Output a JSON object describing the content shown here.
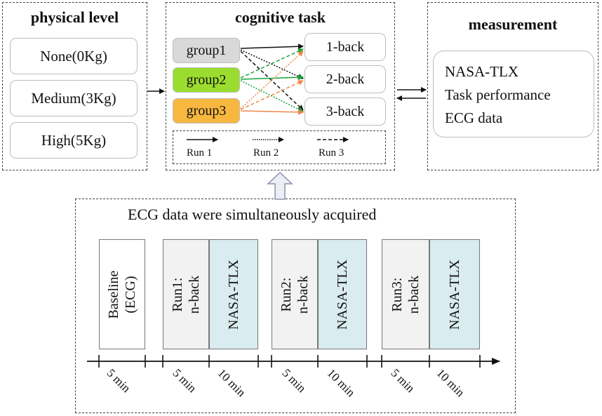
{
  "physical": {
    "title": "physical level",
    "levels": [
      "None(0Kg)",
      "Medium(3Kg)",
      "High(5Kg)"
    ]
  },
  "cognitive": {
    "title": "cognitive task",
    "groups": [
      {
        "label": "group1",
        "color": "#d9d9d9"
      },
      {
        "label": "group2",
        "color": "#9bdd2e"
      },
      {
        "label": "group3",
        "color": "#f8b73f"
      }
    ],
    "tasks": [
      "1-back",
      "2-back",
      "3-back"
    ],
    "legend": [
      "Run 1",
      "Run 2",
      "Run 3"
    ],
    "arrow_colors": {
      "group1": "#111111",
      "group2": "#1aa33c",
      "group3": "#f0864a"
    }
  },
  "measurement": {
    "title": "measurement",
    "items": [
      "NASA-TLX",
      "Task performance",
      "ECG data"
    ]
  },
  "procedure": {
    "caption": "ECG data were simultaneously acquired",
    "blocks": [
      {
        "lines": [
          "Baseline",
          "(ECG)"
        ],
        "duration": "5 min",
        "fill": "#ffffff"
      },
      {
        "lines": [
          "Run1:",
          "n-back"
        ],
        "duration": "5 min",
        "fill": "#f2f2f2"
      },
      {
        "lines": [
          "NASA-TLX"
        ],
        "duration": "10 min",
        "fill": "#d9ecef"
      },
      {
        "lines": [
          "Run2:",
          "n-back"
        ],
        "duration": "5 min",
        "fill": "#f2f2f2"
      },
      {
        "lines": [
          "NASA-TLX"
        ],
        "duration": "10 min",
        "fill": "#d9ecef"
      },
      {
        "lines": [
          "Run3:",
          "n-back"
        ],
        "duration": "5 min",
        "fill": "#f2f2f2"
      },
      {
        "lines": [
          "NASA-TLX"
        ],
        "duration": "10 min",
        "fill": "#d9ecef"
      }
    ]
  }
}
